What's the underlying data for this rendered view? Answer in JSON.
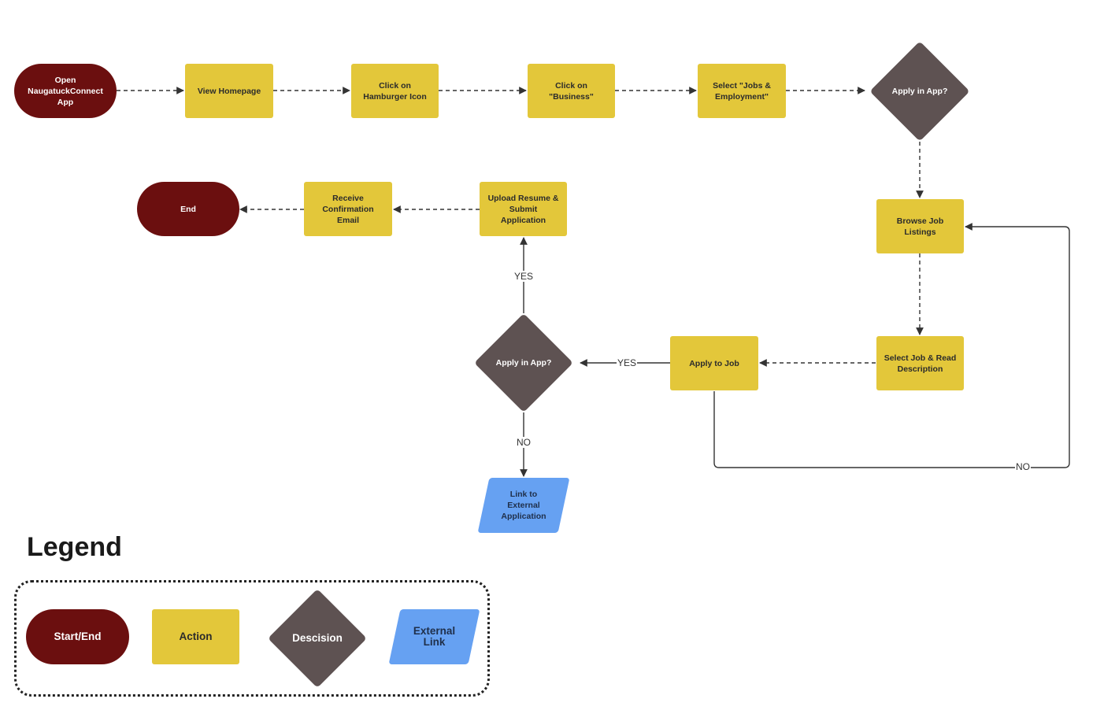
{
  "colors": {
    "start_end": "#6B0F0F",
    "action": "#E3C73A",
    "decision": "#5E5252",
    "external_link": "#66A1F2",
    "connector": "#333333"
  },
  "nodes": {
    "open_app": "Open\nNaugatuckConnect\nApp",
    "view_homepage": "View Homepage",
    "click_hamburger": "Click on\nHamburger Icon",
    "click_business": "Click on\n\"Business\"",
    "select_jobs": "Select \"Jobs &\nEmployment\"",
    "apply_in_app_top": "Apply in App?",
    "browse_jobs": "Browse Job\nListings",
    "select_job": "Select Job & Read\nDescription",
    "apply_to_job": "Apply to Job",
    "apply_in_app_mid": "Apply in App?",
    "upload_resume": "Upload Resume &\nSubmit\nApplication",
    "receive_email": "Receive\nConfirmation\nEmail",
    "end": "End",
    "external_link": "Link to\nExternal\nApplication"
  },
  "edge_labels": {
    "yes_upload": "YES",
    "yes_decision": "YES",
    "no_external": "NO",
    "no_loop": "NO"
  },
  "legend": {
    "title": "Legend",
    "start_end": "Start/End",
    "action": "Action",
    "decision": "Descision",
    "external_link": "External\nLink"
  }
}
